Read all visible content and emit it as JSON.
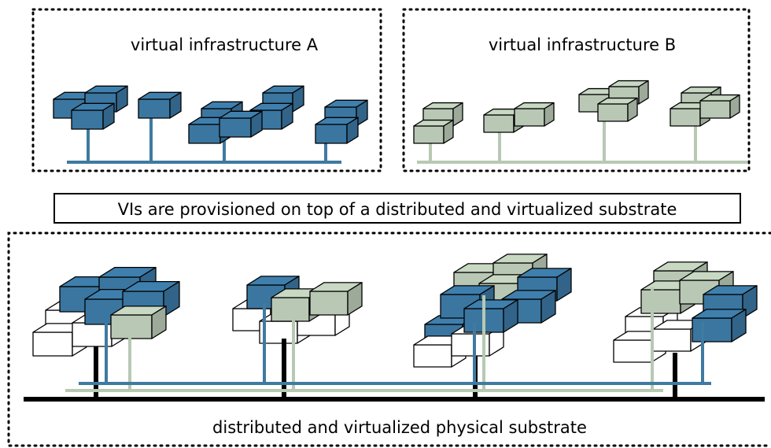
{
  "labels": {
    "vi_a": "virtual infrastructure A",
    "vi_b": "virtual infrastructure B",
    "provision": "VIs are provisioned on top of a distributed and virtualized substrate",
    "substrate": "distributed and virtualized physical substrate"
  },
  "colors": {
    "blue_fill": "#3a76a0",
    "blue_line": "#3f7aa1",
    "green_fill": "#b9c8b5",
    "green_line": "#b7c9b3",
    "white_fill": "#ffffff",
    "black": "#000000"
  }
}
